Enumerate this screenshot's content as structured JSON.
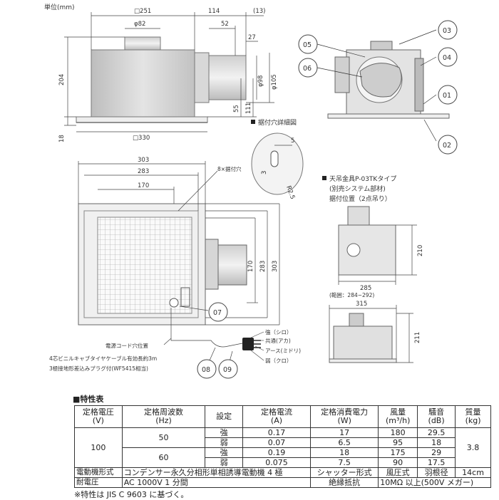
{
  "unit_label": "単位(mm)",
  "top_view": {
    "width_square": "□251",
    "duct_phi": "φ82",
    "offset_114": "114",
    "offset_13": "(13)",
    "dim_52": "52",
    "dim_27": "27",
    "height_204": "204",
    "phi_98": "φ98",
    "phi_105": "φ105",
    "dim_55": "55",
    "dim_111": "111",
    "dim_18": "18",
    "base_square": "□330"
  },
  "detail": {
    "title": "据付穴詳細図",
    "dim_5": "5",
    "dim_3": "3",
    "radius": "R2.5"
  },
  "plan_view": {
    "dim_303_top": "303",
    "dim_283_top": "283",
    "dim_170_top": "170",
    "holes_label": "8×据付穴",
    "dim_170_side": "170",
    "dim_283_side": "283",
    "dim_303_side": "303",
    "power_hole_label": "電源コード穴位置",
    "cable_label": "4芯ビニルキャブタイヤケーブル有効長約3m",
    "plug_label": "3極接地形差込みプラグ付(WF5415相当)"
  },
  "plug_wires": {
    "strong": "強（シロ）",
    "common": "共通(アカ)",
    "earth": "アース(ミドリ)",
    "weak": "弱（クロ）"
  },
  "bracket": {
    "title": "天吊金具P-03TKタイプ",
    "subtitle": "(別売システム部材)",
    "position": "据付位置（2点吊り）",
    "dim_210": "210",
    "dim_285": "285",
    "range_note": "(範囲：284~292)",
    "dim_315": "315",
    "dim_211": "211"
  },
  "callouts": [
    "01",
    "02",
    "03",
    "04",
    "05",
    "06",
    "07",
    "08",
    "09"
  ],
  "spec": {
    "title": "■特性表",
    "headers": {
      "voltage": "定格電圧",
      "voltage_unit": "(V)",
      "freq": "定格周波数",
      "freq_unit": "(Hz)",
      "setting": "設定",
      "current": "定格電流",
      "current_unit": "(A)",
      "power": "定格消費電力",
      "power_unit": "(W)",
      "airflow": "風量",
      "airflow_unit": "(m³/h)",
      "noise": "騒音",
      "noise_unit": "(dB)",
      "mass": "質量",
      "mass_unit": "(kg)"
    },
    "voltage": "100",
    "mass": "3.8",
    "freq_groups": [
      {
        "freq": "50",
        "rows": [
          {
            "setting": "強",
            "current": "0.17",
            "power": "17",
            "airflow": "180",
            "noise": "29.5"
          },
          {
            "setting": "弱",
            "current": "0.07",
            "power": "6.5",
            "airflow": "95",
            "noise": "18"
          }
        ]
      },
      {
        "freq": "60",
        "rows": [
          {
            "setting": "強",
            "current": "0.19",
            "power": "18",
            "airflow": "175",
            "noise": "29"
          },
          {
            "setting": "弱",
            "current": "0.075",
            "power": "7.5",
            "airflow": "90",
            "noise": "17.5"
          }
        ]
      }
    ],
    "motor_label": "電動機形式",
    "motor_value": "コンデンサー永久分相形単相誘導電動機 4 極",
    "shutter_label": "シャッター形式",
    "shutter_value": "風圧式",
    "blade_label": "羽根径",
    "blade_value": "14cm",
    "withstand_label": "耐電圧",
    "withstand_value": "AC 1000V 1 分間",
    "insulation_label": "絶縁抵抗",
    "insulation_value": "10MΩ 以上(500V メガー)",
    "note": "※特性は  JIS  C  9603  に基づく。"
  }
}
